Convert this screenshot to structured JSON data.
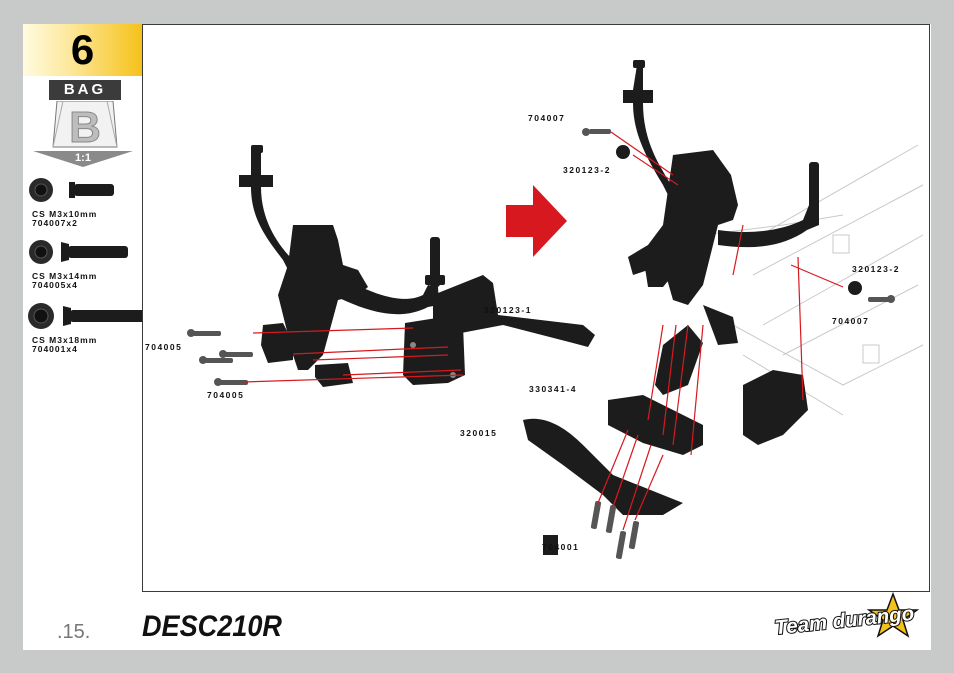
{
  "step": {
    "number": "6"
  },
  "bag": {
    "label": "BAG",
    "letter": "B",
    "scale": "1:1"
  },
  "hardware": [
    {
      "name": "CS M3x10mm",
      "code": "704007x2"
    },
    {
      "name": "CS M3x14mm",
      "code": "704005x4"
    },
    {
      "name": "CS M3x18mm",
      "code": "704001x4"
    }
  ],
  "parts": {
    "p704005_a": "704005",
    "p704005_b": "704005",
    "p320123_1": "320123-1",
    "p704007_top": "704007",
    "p320123_2_top": "320123-2",
    "p320123_2_right": "320123-2",
    "p704007_right": "704007",
    "p330341_4": "330341-4",
    "p320015": "320015",
    "p704001": "704001"
  },
  "footer": {
    "page_number": ".15.",
    "model_logo": "DESC210R",
    "brand_logo": "Team durango"
  },
  "colors": {
    "background": "#c8c9c9",
    "badge": "#f5c21a",
    "arrow": "#d7191f",
    "guide_lines": "#d7191f",
    "parts": "#1c1c1c"
  }
}
